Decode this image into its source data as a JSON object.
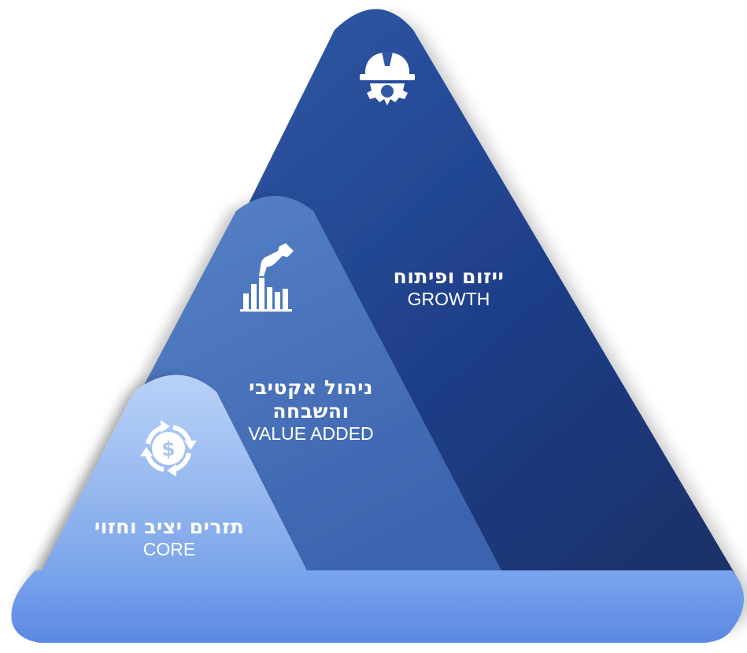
{
  "pyramid": {
    "tiers": [
      {
        "id": "growth",
        "title_he": "ייזום ופיתוח",
        "title_en": "GROWTH",
        "icon": "helmet-gear-icon",
        "color": "#2a4b9a"
      },
      {
        "id": "value-added",
        "title_he": "ניהול אקטיבי והשבחה",
        "title_en": "VALUE ADDED",
        "icon": "hand-bar-chart-icon",
        "color": "#4a76c0"
      },
      {
        "id": "core",
        "title_he": "תזרים יציב וחזוי",
        "title_en": "CORE",
        "icon": "dollar-cycle-icon",
        "color": "#9fc0f3"
      }
    ],
    "base_color": "#6e9bea"
  }
}
